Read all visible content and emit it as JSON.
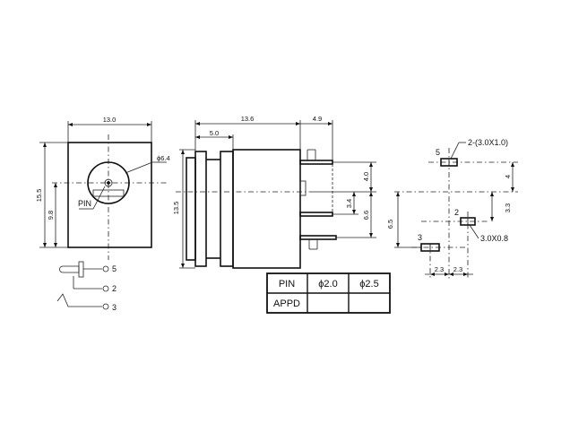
{
  "front_view": {
    "width_dim": "13.0",
    "height_dim": "15.5",
    "center_height_dim": "9.8",
    "bore_dim": "ϕ6.4",
    "pin_label": "PIN"
  },
  "side_view": {
    "length_dim": "13.6",
    "pin_length_dim": "4.9",
    "flange_dim": "5.0",
    "height_dim": "13.5",
    "pin_offset_top_dim": "4.0",
    "pin_spacing_dim": "3.4",
    "pin_spacing_total_dim": "6.6"
  },
  "pcb_layout": {
    "pad_5_label": "5",
    "pad_5_size": "2-(3.0X1.0)",
    "pad_2_label": "2",
    "pad_2_size": "3.0X0.8",
    "pad_3_label": "3",
    "dim_4": "4",
    "dim_3_3": "3.3",
    "dim_6_5": "6.5",
    "dim_2_3_left": "2.3",
    "dim_2_3_right": "2.3"
  },
  "schematic": {
    "pin_5": "5",
    "pin_2": "2",
    "pin_3": "3"
  },
  "table": {
    "header_pin": "PIN",
    "col_1": "ϕ2.0",
    "col_2": "ϕ2.5",
    "row_label": "APPD",
    "cell_1": "",
    "cell_2": ""
  }
}
